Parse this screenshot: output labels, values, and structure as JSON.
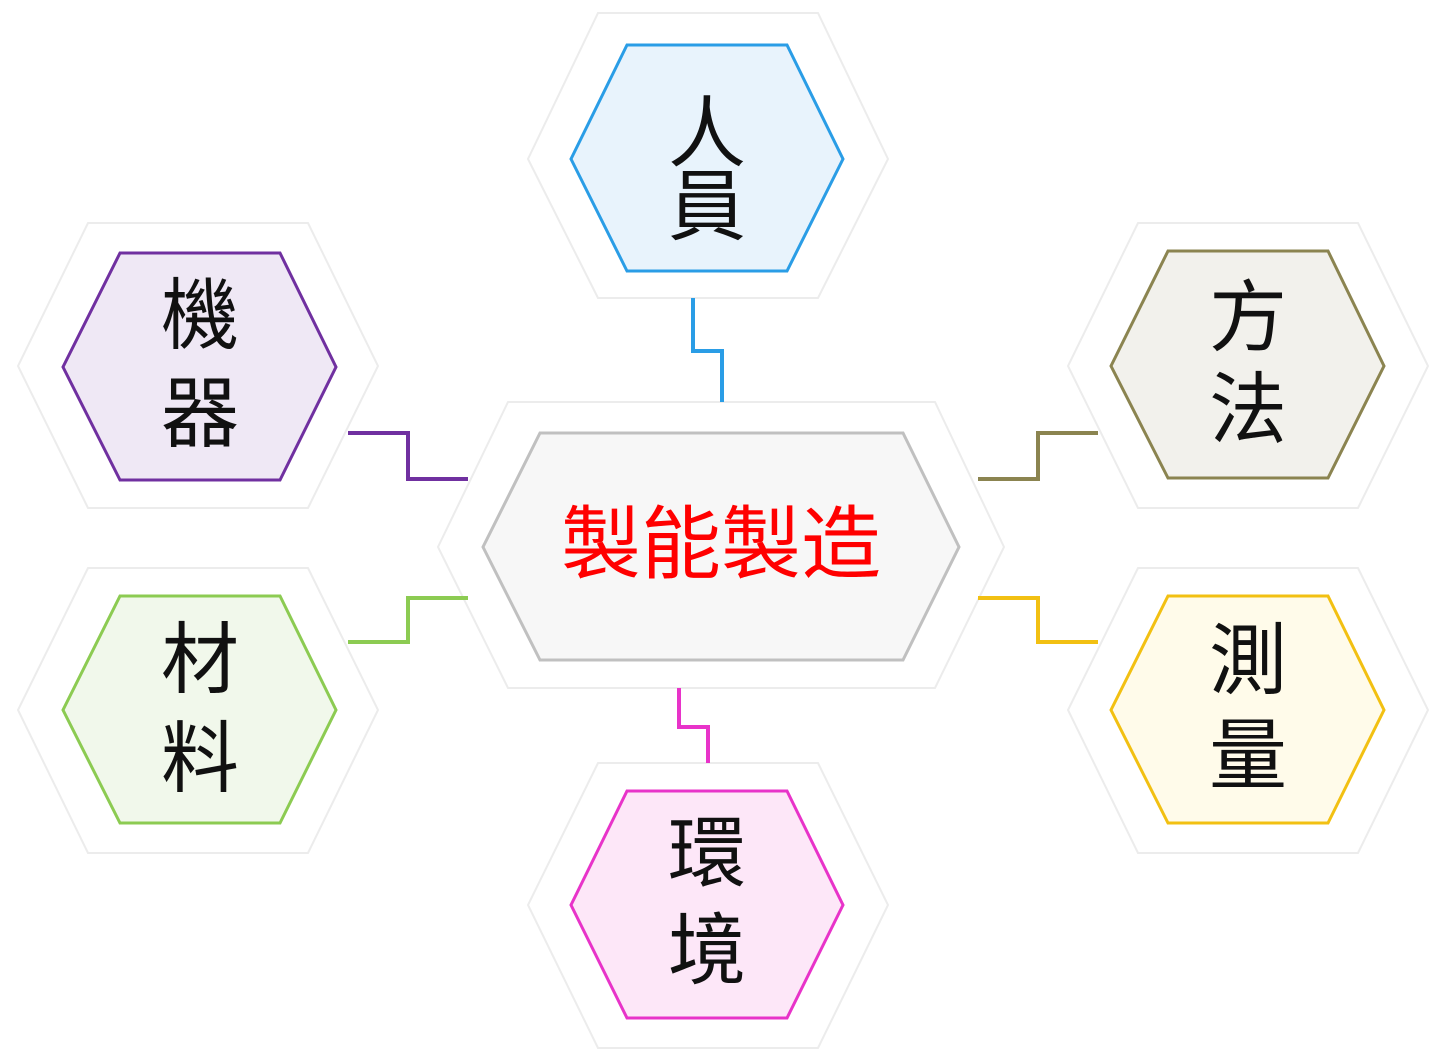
{
  "diagram": {
    "center": {
      "label": "製能製造",
      "fill": "#f7f7f7",
      "stroke": "#c0c0c0",
      "text_color": "#ff0000"
    },
    "nodes": [
      {
        "key": "people",
        "label_top": "人",
        "label_bottom": "員",
        "fill": "#e8f3fc",
        "stroke": "#2a9de6"
      },
      {
        "key": "machine",
        "label_top": "機",
        "label_bottom": "器",
        "fill": "#efe8f5",
        "stroke": "#7030a0"
      },
      {
        "key": "method",
        "label_top": "方",
        "label_bottom": "法",
        "fill": "#f2f1ec",
        "stroke": "#8b8450"
      },
      {
        "key": "material",
        "label_top": "材",
        "label_bottom": "料",
        "fill": "#f1f8eb",
        "stroke": "#8ccb52"
      },
      {
        "key": "measurement",
        "label_top": "測",
        "label_bottom": "量",
        "fill": "#fffbea",
        "stroke": "#f2c012"
      },
      {
        "key": "environment",
        "label_top": "環",
        "label_bottom": "境",
        "fill": "#fde7f8",
        "stroke": "#e833c9"
      }
    ]
  }
}
